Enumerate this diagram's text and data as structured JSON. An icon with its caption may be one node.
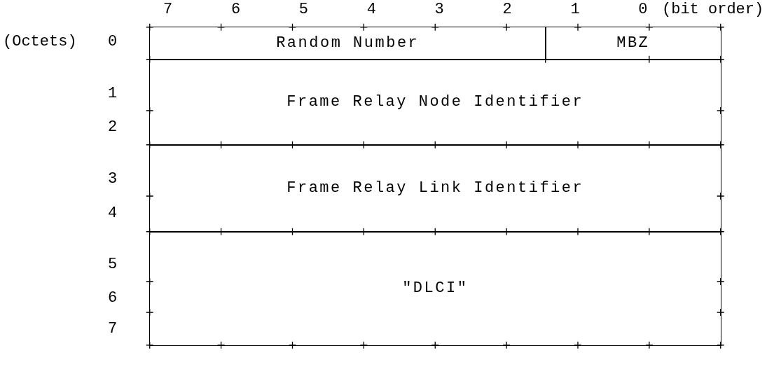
{
  "diagram": {
    "nodes": [
      {
        "text": [
          "Random Number"
        ]
      },
      {
        "text": [
          "MBZ"
        ]
      },
      {
        "text": [
          "Frame Relay Node Identifier"
        ]
      },
      {
        "text": [
          "Frame Relay Link Identifier"
        ]
      },
      {
        "text": [
          "\"DLCI\""
        ]
      }
    ],
    "edges": [],
    "labels": [
      "7",
      "6",
      "5",
      "4",
      "3",
      "2",
      "1",
      "0",
      "(bit order)",
      "(Octets)",
      "0",
      "1",
      "2",
      "3",
      "4",
      "5",
      "6",
      "7"
    ]
  }
}
